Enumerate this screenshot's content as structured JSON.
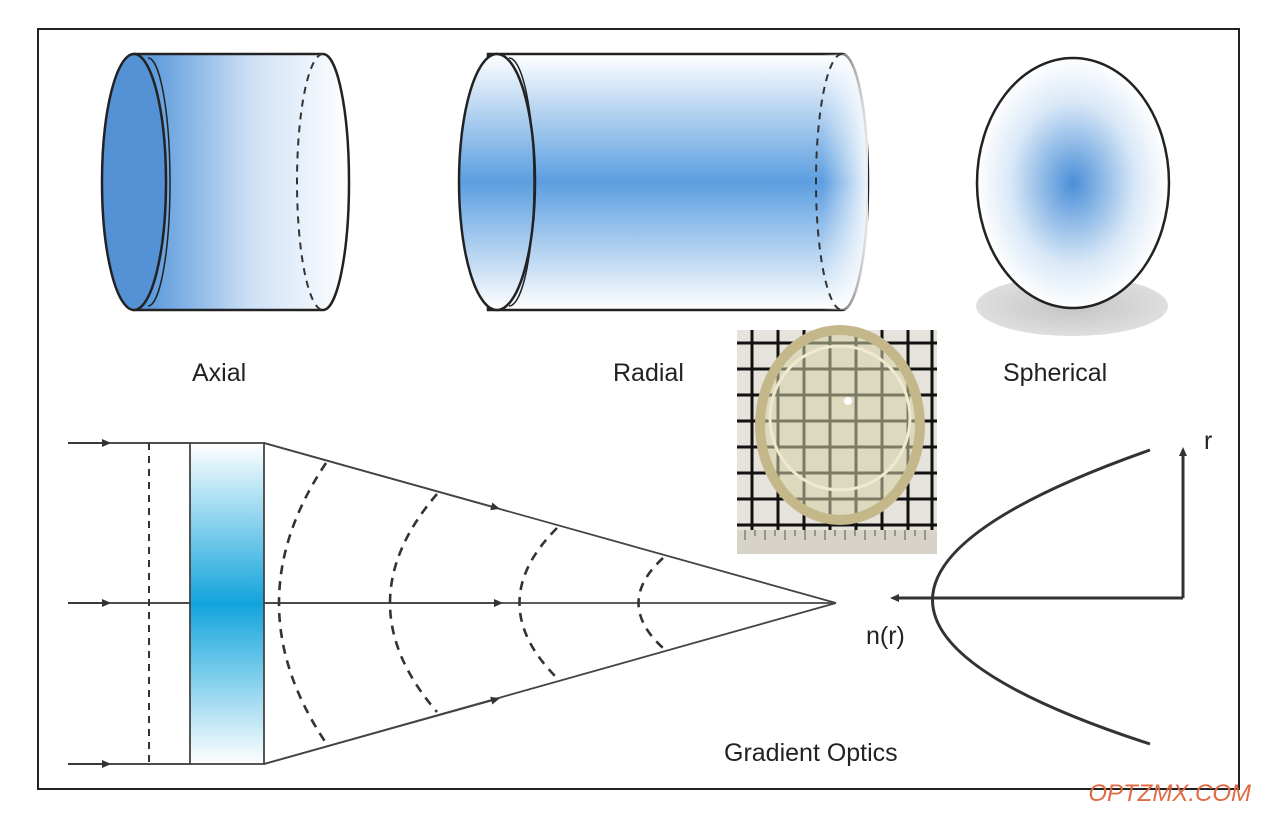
{
  "labels": {
    "axial": "Axial",
    "radial": "Radial",
    "spherical": "Spherical",
    "r_axis": "r",
    "n_axis": "n(r)",
    "gradient_optics": "Gradient Optics"
  },
  "watermark": "OPTZMX.COM",
  "colors": {
    "gradient_blue": "#4a8fd8",
    "lens_cyan": "#1aa6dc",
    "line": "#333333",
    "watermark": "#e06a44"
  }
}
